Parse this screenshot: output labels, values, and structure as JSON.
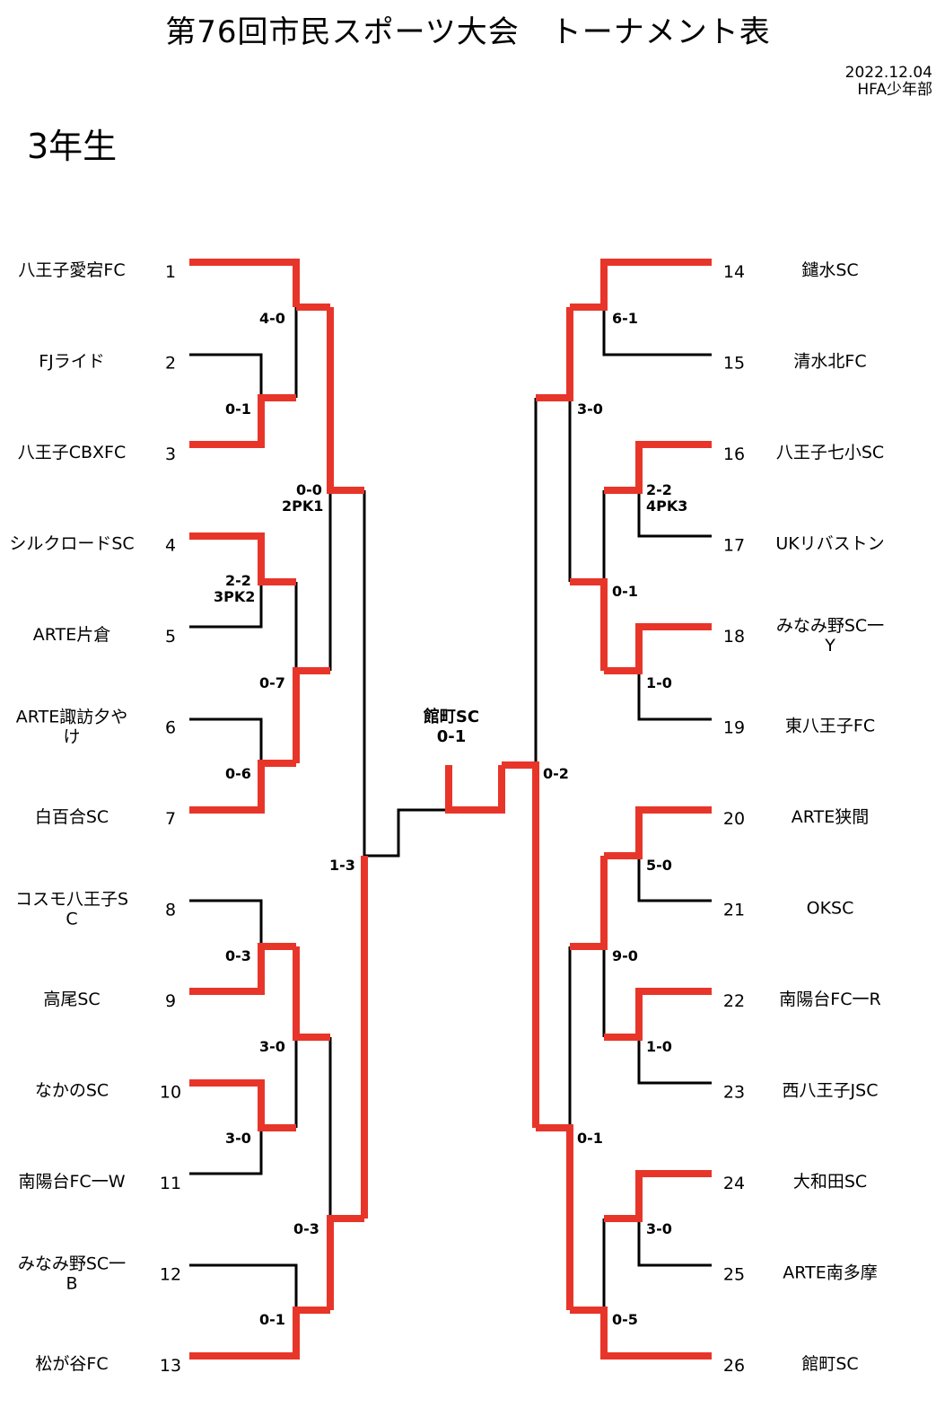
{
  "title": "第76回市民スポーツ大会　トーナメント表",
  "date": "2022.12.04",
  "organizer": "HFA少年部",
  "grade": "3年生",
  "colors": {
    "winner_line": "#e8352a",
    "loser_line": "#000000"
  },
  "teams": [
    {
      "num": "1",
      "name": [
        "八王子愛宕FC"
      ]
    },
    {
      "num": "2",
      "name": [
        "FJライド"
      ]
    },
    {
      "num": "3",
      "name": [
        "八王子CBXFC"
      ]
    },
    {
      "num": "4",
      "name": [
        "シルクロードSC"
      ]
    },
    {
      "num": "5",
      "name": [
        "ARTE片倉"
      ]
    },
    {
      "num": "6",
      "name": [
        "ARTE諏訪夕や",
        "け"
      ]
    },
    {
      "num": "7",
      "name": [
        "白百合SC"
      ]
    },
    {
      "num": "8",
      "name": [
        "コスモ八王子S",
        "C"
      ]
    },
    {
      "num": "9",
      "name": [
        "高尾SC"
      ]
    },
    {
      "num": "10",
      "name": [
        "なかのSC"
      ]
    },
    {
      "num": "11",
      "name": [
        "南陽台FC一W"
      ]
    },
    {
      "num": "12",
      "name": [
        "みなみ野SC一",
        "B"
      ]
    },
    {
      "num": "13",
      "name": [
        "松が谷FC"
      ]
    },
    {
      "num": "14",
      "name": [
        "鑓水SC"
      ]
    },
    {
      "num": "15",
      "name": [
        "清水北FC"
      ]
    },
    {
      "num": "16",
      "name": [
        "八王子七小SC"
      ]
    },
    {
      "num": "17",
      "name": [
        "UKリバストン"
      ]
    },
    {
      "num": "18",
      "name": [
        "みなみ野SC一",
        "Y"
      ]
    },
    {
      "num": "19",
      "name": [
        "東八王子FC"
      ]
    },
    {
      "num": "20",
      "name": [
        "ARTE狭間"
      ]
    },
    {
      "num": "21",
      "name": [
        "OKSC"
      ]
    },
    {
      "num": "22",
      "name": [
        "南陽台FC一R"
      ]
    },
    {
      "num": "23",
      "name": [
        "西八王子JSC"
      ]
    },
    {
      "num": "24",
      "name": [
        "大和田SC"
      ]
    },
    {
      "num": "25",
      "name": [
        "ARTE南多摩"
      ]
    },
    {
      "num": "26",
      "name": [
        "館町SC"
      ]
    }
  ],
  "matches": [
    {
      "lines": [
        "4-0"
      ]
    },
    {
      "lines": [
        "0-1"
      ]
    },
    {
      "lines": [
        "0-0",
        "2PK1"
      ]
    },
    {
      "lines": [
        "2-2",
        "3PK2"
      ]
    },
    {
      "lines": [
        "0-7"
      ]
    },
    {
      "lines": [
        "0-6"
      ]
    },
    {
      "lines": [
        "1-3"
      ]
    },
    {
      "lines": [
        "0-3"
      ]
    },
    {
      "lines": [
        "3-0"
      ]
    },
    {
      "lines": [
        "3-0"
      ]
    },
    {
      "lines": [
        "0-3"
      ]
    },
    {
      "lines": [
        "0-1"
      ]
    },
    {
      "lines": [
        "6-1"
      ]
    },
    {
      "lines": [
        "3-0"
      ]
    },
    {
      "lines": [
        "2-2",
        "4PK3"
      ]
    },
    {
      "lines": [
        "0-1"
      ]
    },
    {
      "lines": [
        "1-0"
      ]
    },
    {
      "lines": [
        "0-2"
      ]
    },
    {
      "lines": [
        "5-0"
      ]
    },
    {
      "lines": [
        "9-0"
      ]
    },
    {
      "lines": [
        "1-0"
      ]
    },
    {
      "lines": [
        "0-1"
      ]
    },
    {
      "lines": [
        "3-0"
      ]
    },
    {
      "lines": [
        "0-5"
      ]
    }
  ],
  "final": {
    "winner": "館町SC",
    "score": "0-1"
  }
}
